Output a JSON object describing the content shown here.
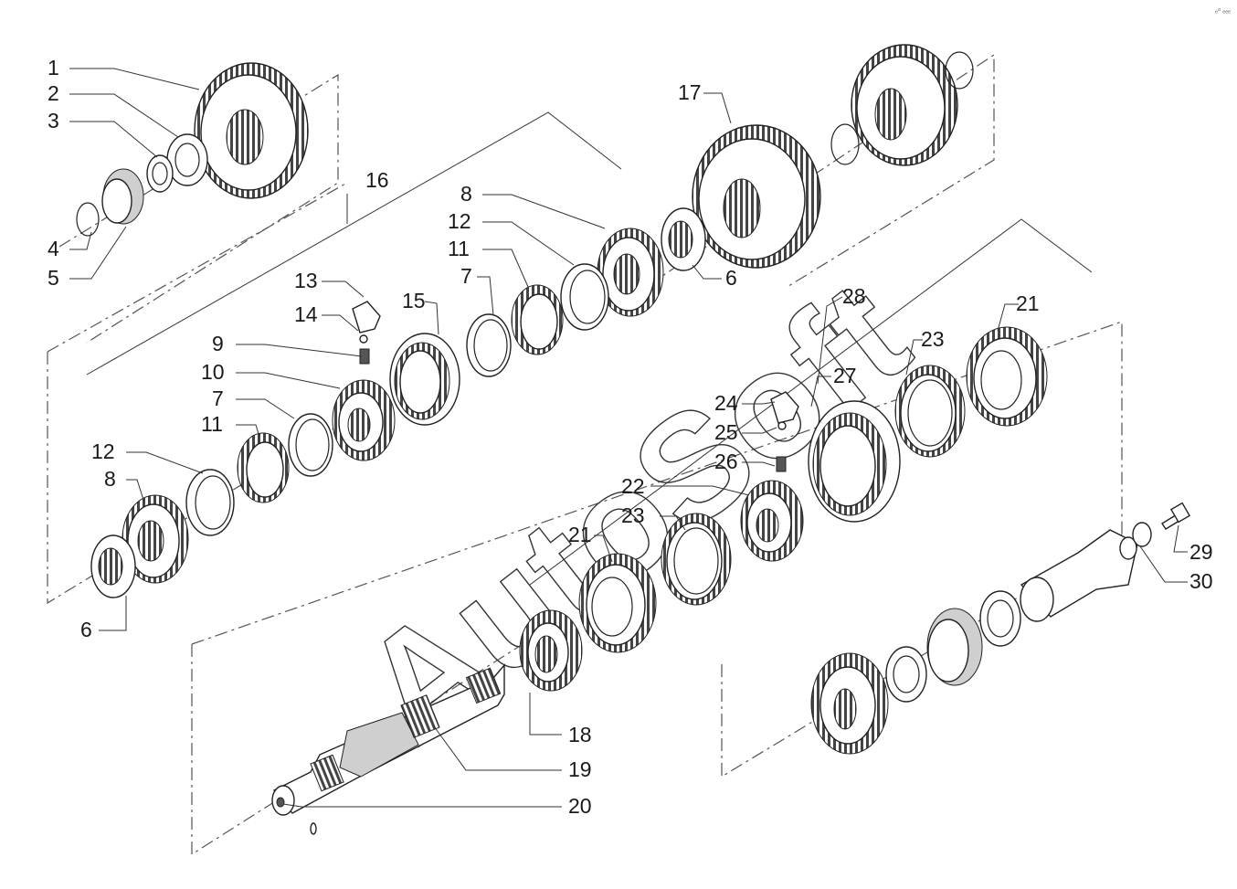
{
  "watermark": "AutoSoft",
  "corner_mark": "ₑᵒ ₑₑₑ",
  "callouts": [
    {
      "id": "c1",
      "text": "1"
    },
    {
      "id": "c2",
      "text": "2"
    },
    {
      "id": "c3",
      "text": "3"
    },
    {
      "id": "c4",
      "text": "4"
    },
    {
      "id": "c5",
      "text": "5"
    },
    {
      "id": "c6a",
      "text": "6"
    },
    {
      "id": "c6b",
      "text": "6"
    },
    {
      "id": "c7a",
      "text": "7"
    },
    {
      "id": "c7b",
      "text": "7"
    },
    {
      "id": "c8a",
      "text": "8"
    },
    {
      "id": "c8b",
      "text": "8"
    },
    {
      "id": "c9",
      "text": "9"
    },
    {
      "id": "c10",
      "text": "10"
    },
    {
      "id": "c11a",
      "text": "11"
    },
    {
      "id": "c11b",
      "text": "11"
    },
    {
      "id": "c12a",
      "text": "12"
    },
    {
      "id": "c12b",
      "text": "12"
    },
    {
      "id": "c13",
      "text": "13"
    },
    {
      "id": "c14",
      "text": "14"
    },
    {
      "id": "c15",
      "text": "15"
    },
    {
      "id": "c16",
      "text": "16"
    },
    {
      "id": "c17",
      "text": "17"
    },
    {
      "id": "c18",
      "text": "18"
    },
    {
      "id": "c19",
      "text": "19"
    },
    {
      "id": "c20",
      "text": "20"
    },
    {
      "id": "c21a",
      "text": "21"
    },
    {
      "id": "c21b",
      "text": "21"
    },
    {
      "id": "c22",
      "text": "22"
    },
    {
      "id": "c23a",
      "text": "23"
    },
    {
      "id": "c23b",
      "text": "23"
    },
    {
      "id": "c24",
      "text": "24"
    },
    {
      "id": "c25",
      "text": "25"
    },
    {
      "id": "c26",
      "text": "26"
    },
    {
      "id": "c27",
      "text": "27"
    },
    {
      "id": "c28",
      "text": "28"
    },
    {
      "id": "c29",
      "text": "29"
    },
    {
      "id": "c30",
      "text": "30"
    }
  ]
}
